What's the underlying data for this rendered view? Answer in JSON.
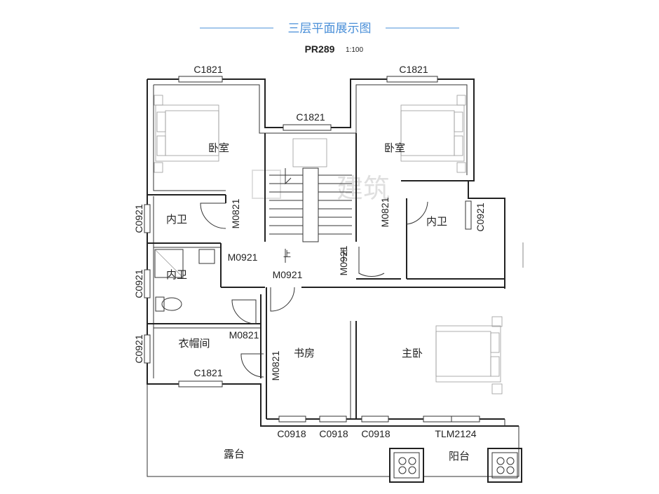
{
  "header": {
    "title": "三层平面展示图",
    "plan_code": "PR289",
    "scale": "1:100",
    "accent_color": "#4a8fd8"
  },
  "rooms": {
    "bedroom_left": "卧室",
    "bedroom_right": "卧室",
    "bath_1": "内卫",
    "bath_2": "内卫",
    "bath_right": "内卫",
    "cloakroom": "衣帽间",
    "study": "书房",
    "master_bedroom": "主卧",
    "terrace": "露台",
    "balcony": "阳台"
  },
  "labels": {
    "win_top_left": "C1821",
    "win_top_right": "C1821",
    "win_stair": "C1821",
    "win_cloak": "C1821",
    "win_left_1": "C0921",
    "win_left_2": "C0921",
    "win_left_3": "C0921",
    "win_right": "C0921",
    "door_bath1": "M0821",
    "door_bath1_lower": "M0921",
    "door_bath2": "M0821",
    "door_right_bath": "M0821",
    "door_corridor": "M0921",
    "door_bedroom_right": "M0921",
    "door_study": "M0821",
    "win_study_1": "C0918",
    "win_study_2": "C0918",
    "win_master": "C0918",
    "door_balcony": "TLM2124",
    "stair_up": "上",
    "stair_down": "下"
  },
  "watermark": "建筑"
}
